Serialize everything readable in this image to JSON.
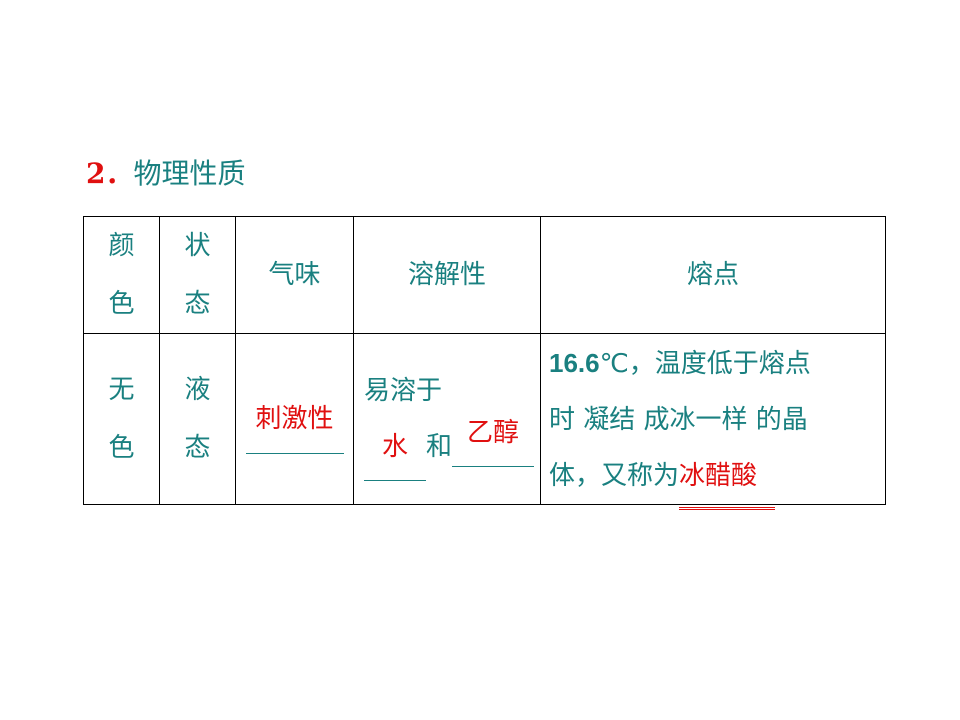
{
  "heading": {
    "number": "2．",
    "title": "物理性质"
  },
  "table": {
    "headers": {
      "color": [
        "颜",
        "色"
      ],
      "state": [
        "状",
        "态"
      ],
      "odor": "气味",
      "solubility": "溶解性",
      "melting": "熔点"
    },
    "row": {
      "color": [
        "无",
        "色"
      ],
      "state": [
        "液",
        "态"
      ],
      "odor_answer": "刺激性",
      "solubility": {
        "prefix": "易溶于",
        "answer1": "水",
        "connector": "和",
        "answer2": "乙醇"
      },
      "melting": {
        "value": "16.6",
        "line1_rest": "℃，温度低于熔点",
        "line2": "时 凝结 成冰一样 的晶",
        "line3_prefix": "体，又称为",
        "answer": "冰醋酸"
      }
    }
  }
}
